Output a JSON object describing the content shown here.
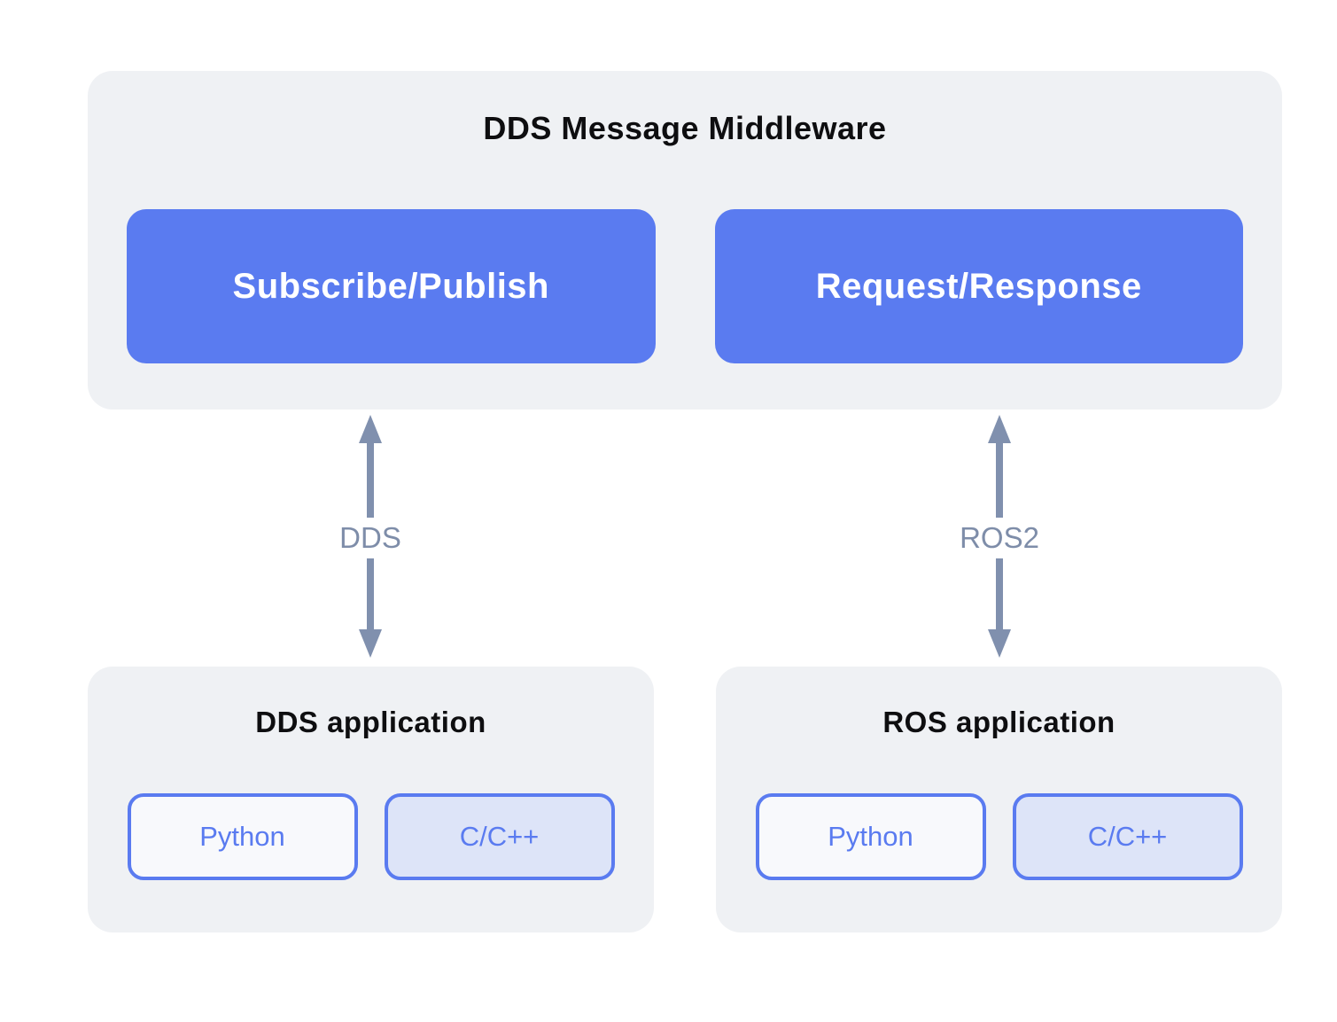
{
  "middleware_panel": {
    "title": "DDS Message Middleware",
    "buttons": [
      {
        "label": "Subscribe/Publish"
      },
      {
        "label": "Request/Response"
      }
    ]
  },
  "connections": [
    {
      "label": "DDS"
    },
    {
      "label": "ROS2"
    }
  ],
  "app_panels": [
    {
      "title": "DDS application",
      "buttons": [
        {
          "label": "Python",
          "variant": "light"
        },
        {
          "label": "C/C++",
          "variant": "filled"
        }
      ]
    },
    {
      "title": "ROS application",
      "buttons": [
        {
          "label": "Python",
          "variant": "light"
        },
        {
          "label": "C/C++",
          "variant": "filled"
        }
      ]
    }
  ],
  "colors": {
    "accent_blue": "#5a7bf0",
    "panel_bg": "#eff1f4",
    "arrow_gray_blue": "#8090ae",
    "connection_label": "#7e8da9",
    "text_on_blue": "#ffffff",
    "title_text": "#0e0e10",
    "lang_button_light_bg": "#f8f9fc",
    "lang_button_filled_bg": "#dde4f8"
  }
}
